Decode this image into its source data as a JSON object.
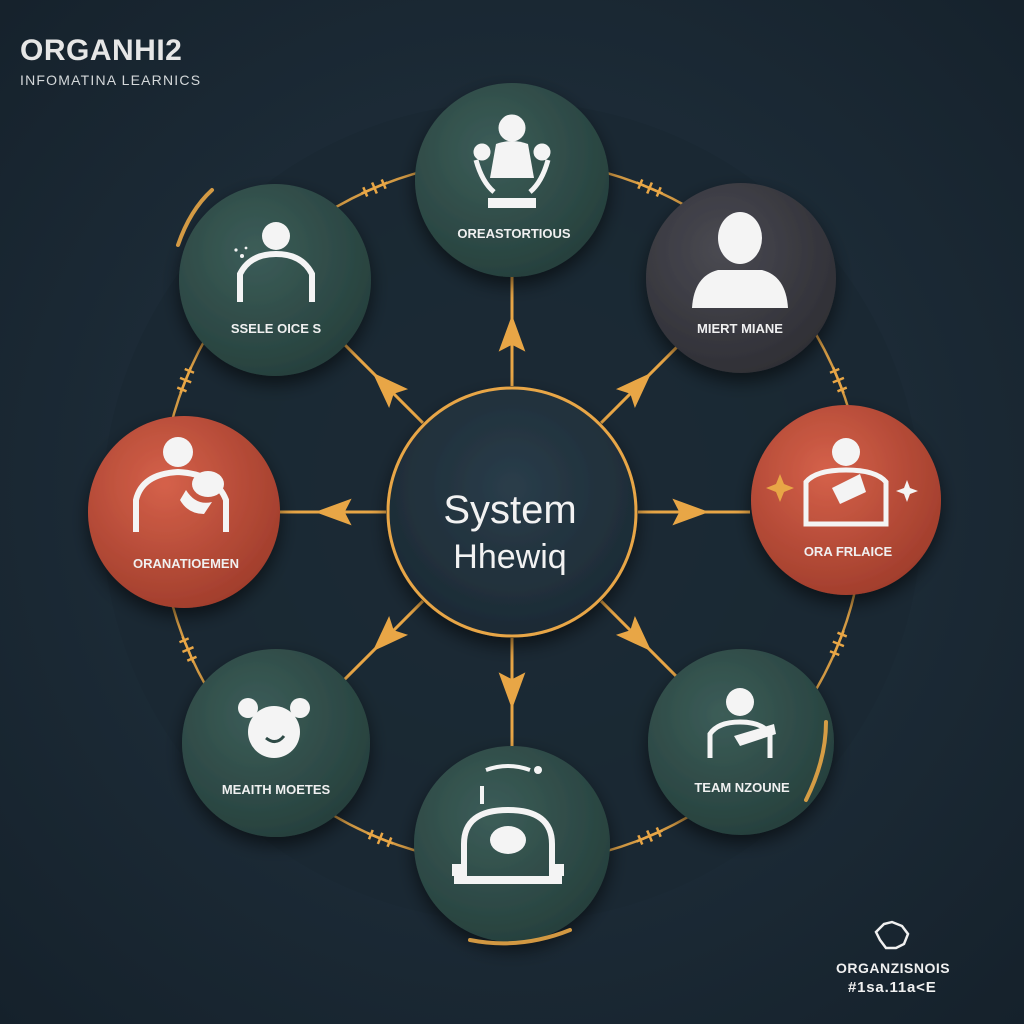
{
  "header": {
    "title": "ORGANHI2",
    "subtitle": "INFOMATINA LEARNICS"
  },
  "center": {
    "line1": "System",
    "line2": "Hhewiq"
  },
  "nodes": [
    {
      "id": "top",
      "label": "OREASTORTIOUS",
      "icon": "person-holding-two-icon",
      "fill": "#2e4a46"
    },
    {
      "id": "top-right",
      "label": "MIERT MIANE",
      "icon": "person-silhouette-icon",
      "fill": "#3a3a40"
    },
    {
      "id": "right",
      "label": "ORA FRLAICE",
      "icon": "person-with-badge-icon",
      "fill": "#b54a34"
    },
    {
      "id": "bottom-right",
      "label": "TEAM NZOUNE",
      "icon": "person-waving-icon",
      "fill": "#2e4a46"
    },
    {
      "id": "bottom",
      "label": "",
      "icon": "machine-operator-icon",
      "fill": "#2e4a46"
    },
    {
      "id": "bottom-left",
      "label": "MEAITH MOETES",
      "icon": "mouse-face-icon",
      "fill": "#2e4a46"
    },
    {
      "id": "left",
      "label": "ORANATIOEMEN",
      "icon": "person-holding-child-icon",
      "fill": "#b54a34"
    },
    {
      "id": "top-left",
      "label": "SSELE OICE S",
      "icon": "person-sparkle-icon",
      "fill": "#2e4a46"
    }
  ],
  "footer": {
    "line1": "ORGANZISNOIS",
    "line2": "#1sa.11a<E"
  },
  "colors": {
    "accent": "#e8a646",
    "teal": "#2e4a46",
    "red": "#b54a34",
    "dark": "#1d2c38",
    "text": "#f0f0f0"
  }
}
